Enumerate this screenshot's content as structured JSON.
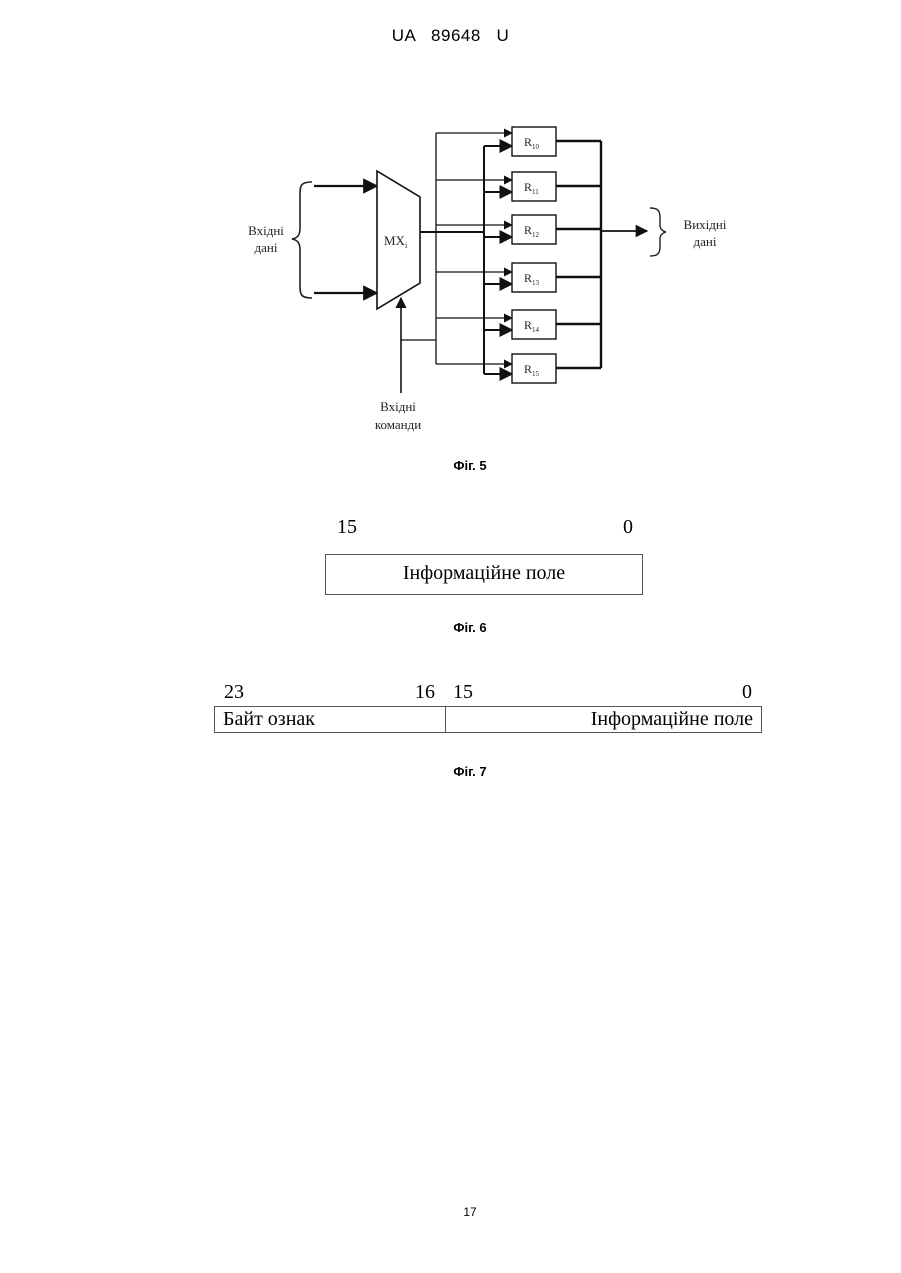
{
  "header": {
    "doc_id": "UA   89648   U"
  },
  "fig5": {
    "caption": "Фіг. 5",
    "input_data": [
      "Вхідні",
      "дані"
    ],
    "output_data": [
      "Вихідні",
      "дані"
    ],
    "input_commands": [
      "Вхідні",
      "команди"
    ],
    "mux": {
      "name": "MX",
      "sub": "i"
    },
    "registers": [
      {
        "name": "R",
        "sub": "10"
      },
      {
        "name": "R",
        "sub": "11"
      },
      {
        "name": "R",
        "sub": "12"
      },
      {
        "name": "R",
        "sub": "13"
      },
      {
        "name": "R",
        "sub": "14"
      },
      {
        "name": "R",
        "sub": "15"
      }
    ]
  },
  "fig6": {
    "caption": "Фіг. 6",
    "bit_high": "15",
    "bit_low": "0",
    "field_label": "Інформаційне поле"
  },
  "fig7": {
    "caption": "Фіг. 7",
    "bits": [
      "23",
      "16",
      "15",
      "0"
    ],
    "field1_label": "Байт ознак",
    "field2_label": "Інформаційне поле"
  },
  "page_number": "17"
}
